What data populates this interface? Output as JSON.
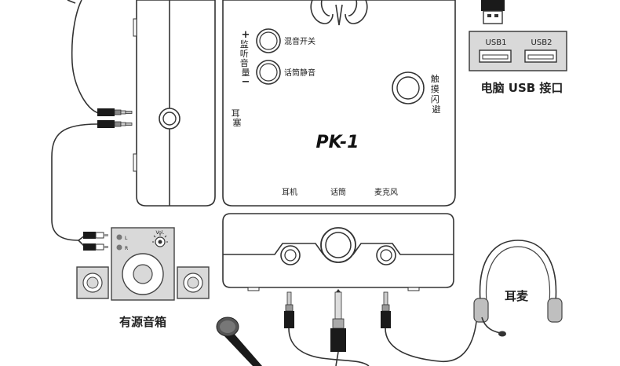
{
  "colors": {
    "outline": "#333333",
    "speaker_gray": "#d9d9d9",
    "dark": "#1a1a1a"
  },
  "device": {
    "model": "PK-1",
    "buttons": {
      "mix_switch": "混音开关",
      "mic_mute": "话筒静音"
    },
    "volume": {
      "plus": "+",
      "label": "监听音量",
      "minus": "−"
    },
    "earplug_label": "耳塞",
    "touch_label": "触摸闪避",
    "ports": {
      "headphone": "耳机",
      "mic": "话筒",
      "microphone": "麦克风"
    }
  },
  "usb": {
    "port1": "USB1",
    "port2": "USB2",
    "caption": "电脑 USB 接口"
  },
  "speaker": {
    "caption": "有源音箱",
    "left_channel": "L",
    "right_channel": "R",
    "vol_label": "Vol."
  },
  "headset": {
    "label": "耳麦"
  }
}
